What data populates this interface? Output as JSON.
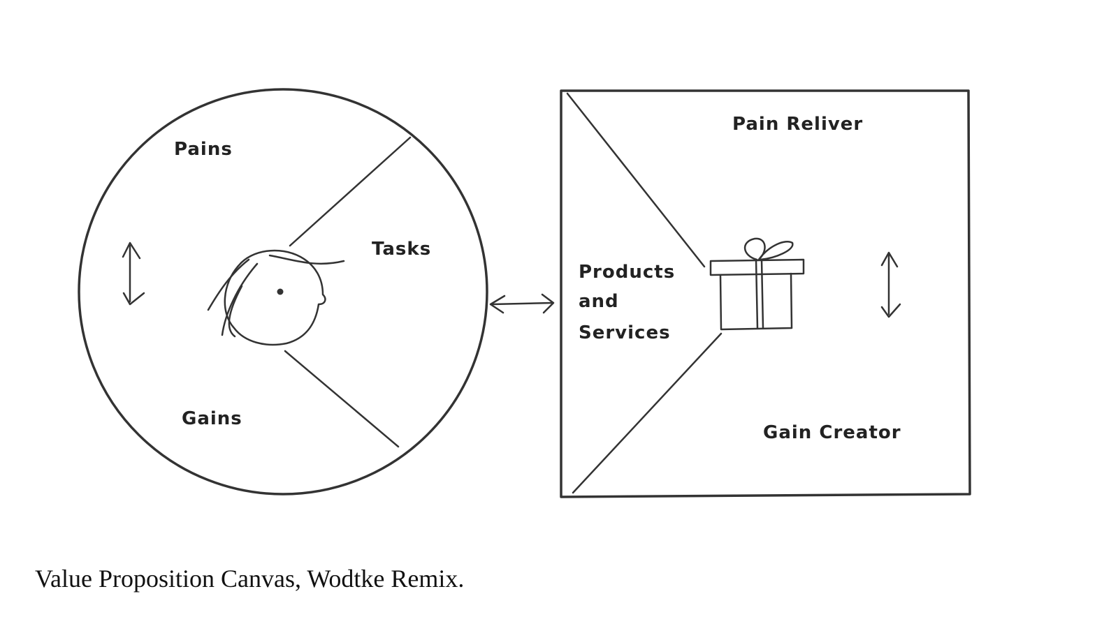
{
  "customer_profile": {
    "pains_label": "Pains",
    "tasks_label": "Tasks",
    "gains_label": "Gains"
  },
  "value_map": {
    "pain_reliever_label": "Pain Reliver",
    "products_line1": "Products",
    "products_line2": "and",
    "products_line3": "Services",
    "gain_creator_label": "Gain Creator"
  },
  "caption": "Value Proposition Canvas, Wodtke Remix.",
  "colors": {
    "ink": "#333333",
    "background": "#ffffff"
  },
  "icons": [
    "customer-head-icon",
    "gift-box-icon",
    "vertical-double-arrow-icon",
    "horizontal-double-arrow-icon"
  ]
}
